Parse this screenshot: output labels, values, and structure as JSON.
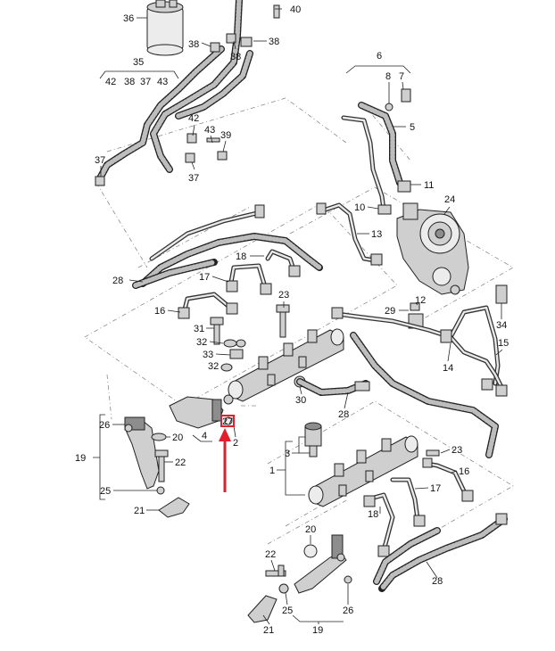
{
  "labels": {
    "l36": "36",
    "l40": "40",
    "l38a": "38",
    "l38b": "38",
    "l38c": "38",
    "l35": "35",
    "l42a": "42",
    "l38d": "38",
    "l37a": "37",
    "l43a": "43",
    "l6": "6",
    "l8": "8",
    "l7": "7",
    "l5": "5",
    "l42b": "42",
    "l43b": "43",
    "l39": "39",
    "l37b": "37",
    "l37c": "37",
    "l11": "11",
    "l10": "10",
    "l24": "24",
    "l13": "13",
    "l28a": "28",
    "l18a": "18",
    "l17a": "17",
    "l23a": "23",
    "l16a": "16",
    "l31": "31",
    "l12": "12",
    "l29": "29",
    "l34": "34",
    "l32a": "32",
    "l33": "33",
    "l32b": "32",
    "l15": "15",
    "l14": "14",
    "l30": "30",
    "l28b": "28",
    "l26a": "26",
    "l20a": "20",
    "l4": "4",
    "l27": "27",
    "l2": "2",
    "l19a": "19",
    "l22a": "22",
    "l25a": "25",
    "l21a": "21",
    "l3": "3",
    "l23b": "23",
    "l1": "1",
    "l16b": "16",
    "l17b": "17",
    "l18b": "18",
    "l20b": "20",
    "l22b": "22",
    "l28c": "28",
    "l25b": "25",
    "l26b": "26",
    "l21b": "21",
    "l19b": "19"
  },
  "highlight": {
    "color": "#e0202a",
    "target": "27"
  }
}
